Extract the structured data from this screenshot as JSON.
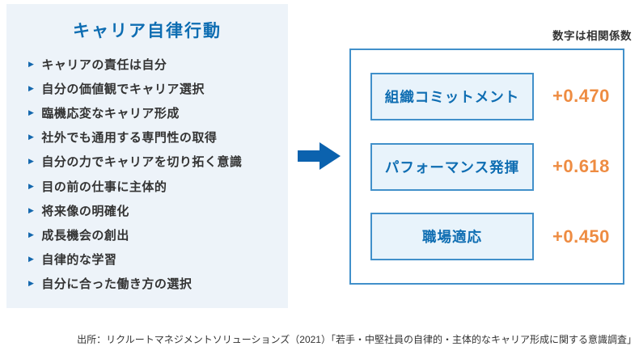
{
  "left_panel": {
    "title": "キャリア自律行動",
    "items": [
      "キャリアの責任は自分",
      "自分の価値観でキャリア選択",
      "臨機応変なキャリア形成",
      "社外でも通用する専門性の取得",
      "自分の力でキャリアを切り拓く意識",
      "目の前の仕事に主体的",
      "将来像の明確化",
      "成長機会の創出",
      "自律的な学習",
      "自分に合った働き方の選択"
    ]
  },
  "right_panel": {
    "note": "数字は相関係数",
    "outcomes": [
      {
        "label": "組織コミットメント",
        "value": "+0.470"
      },
      {
        "label": "パフォーマンス発揮",
        "value": "+0.618"
      },
      {
        "label": "職場適応",
        "value": "+0.450"
      }
    ]
  },
  "source": "出所：リクルートマネジメントソリューションズ（2021）「若手・中堅社員の自律的・主体的なキャリア形成に関する意識調査」",
  "colors": {
    "primary_blue": "#0e6db2",
    "border_blue": "#4190ca",
    "box_fill": "#e8f3fb",
    "panel_bg": "#edf3f9",
    "arrow_blue": "#0b62ae",
    "accent_orange": "#ee8c42",
    "text_dark": "#333333"
  }
}
